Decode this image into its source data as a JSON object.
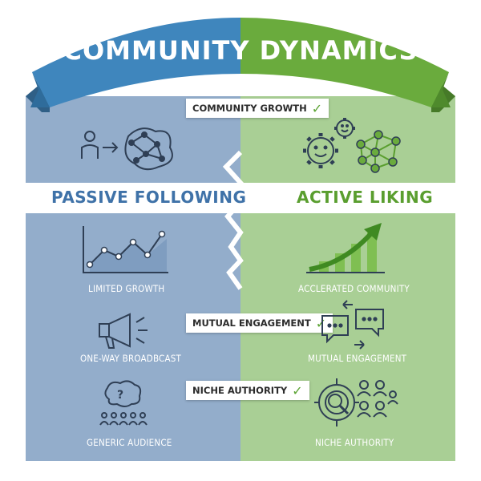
{
  "title_left": "COMMUNITY",
  "title_right": "DYNAMICS",
  "colors": {
    "blue_panel": "#93adcb",
    "green_panel": "#a9cf95",
    "blue_accent": "#3f72a8",
    "green_accent": "#5a9e2f",
    "ribbon_blue": "#3f86bd",
    "ribbon_green": "#6aab3d"
  },
  "chips": [
    {
      "label": "COMMUNITY GROWTH",
      "icon": "check-icon"
    },
    {
      "label": "MUTUAL ENGAGEMENT",
      "icon": "check-icon"
    },
    {
      "label": "NICHE AUTHORITY",
      "icon": "check-icon"
    }
  ],
  "left": {
    "heading": "PASSIVE FOLLOWING",
    "captions": [
      "LIMITED GROWTH",
      "ONE-WAY BROADBCAST",
      "GENERIC AUDIENCE"
    ],
    "icons": [
      "person-to-network-icon",
      "line-chart-icon",
      "megaphone-icon",
      "question-audience-icon"
    ]
  },
  "right": {
    "heading": "ACTIVE LIKING",
    "captions": [
      "ACCLERATED COMMUNITY",
      "MUTUAL ENGAGEMENT",
      "NICHE AUTHORITY"
    ],
    "icons": [
      "gears-network-icon",
      "growth-bar-chart-icon",
      "chat-bubbles-icon",
      "target-magnifier-people-icon"
    ]
  }
}
